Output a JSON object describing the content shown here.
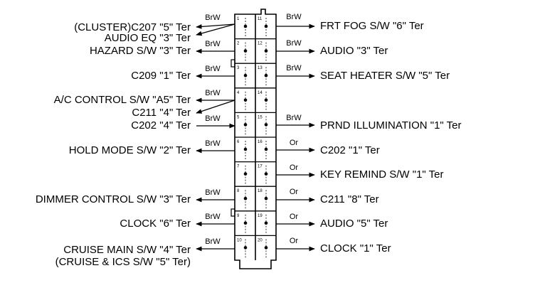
{
  "connector": {
    "left_pins": [
      "1",
      "2",
      "3",
      "4",
      "5",
      "6",
      "7",
      "8",
      "9",
      "10"
    ],
    "right_pins": [
      "11",
      "12",
      "13",
      "14",
      "15",
      "16",
      "17",
      "18",
      "19",
      "20"
    ]
  },
  "left_rows": [
    {
      "pin": "1",
      "wire": "BrW",
      "labels": [
        "(CLUSTER)C207 \"5\" Ter",
        "AUDIO EQ \"3\" Ter"
      ]
    },
    {
      "pin": "2",
      "wire": "BrW",
      "labels": [
        "HAZARD S/W \"3\" Ter"
      ]
    },
    {
      "pin": "3",
      "wire": "BrW",
      "labels": [
        "C209 \"1\" Ter"
      ]
    },
    {
      "pin": "4",
      "wire": "BrW",
      "labels": [
        "A/C CONTROL S/W \"A5\" Ter",
        "C211 \"4\" Ter"
      ]
    },
    {
      "pin": "5",
      "wire": "BrW",
      "labels": [
        "C202 \"4\" Ter"
      ]
    },
    {
      "pin": "6",
      "wire": "BrW",
      "labels": [
        "HOLD MODE S/W \"2\" Ter"
      ]
    },
    {
      "pin": "7",
      "wire": "",
      "labels": []
    },
    {
      "pin": "8",
      "wire": "BrW",
      "labels": [
        "DIMMER CONTROL S/W \"3\" Ter"
      ]
    },
    {
      "pin": "9",
      "wire": "BrW",
      "labels": [
        "CLOCK \"6\" Ter"
      ]
    },
    {
      "pin": "10",
      "wire": "BrW",
      "labels": [
        "CRUISE MAIN S/W \"4\" Ter",
        "(CRUISE & ICS S/W \"5\" Ter)"
      ]
    }
  ],
  "right_rows": [
    {
      "pin": "11",
      "wire": "BrW",
      "label": "FRT FOG S/W \"6\" Ter"
    },
    {
      "pin": "12",
      "wire": "BrW",
      "label": "AUDIO \"3\" Ter"
    },
    {
      "pin": "13",
      "wire": "BrW",
      "label": "SEAT HEATER S/W \"5\" Ter"
    },
    {
      "pin": "14",
      "wire": "",
      "label": ""
    },
    {
      "pin": "15",
      "wire": "BrW",
      "label": "PRND ILLUMINATION \"1\" Ter"
    },
    {
      "pin": "16",
      "wire": "Or",
      "label": "C202 \"1\" Ter"
    },
    {
      "pin": "17",
      "wire": "Or",
      "label": "KEY REMIND S/W \"1\" Ter"
    },
    {
      "pin": "18",
      "wire": "Or",
      "label": "C211 \"8\" Ter"
    },
    {
      "pin": "19",
      "wire": "Or",
      "label": "AUDIO \"5\" Ter"
    },
    {
      "pin": "20",
      "wire": "Or",
      "label": "CLOCK \"1\" Ter"
    }
  ]
}
